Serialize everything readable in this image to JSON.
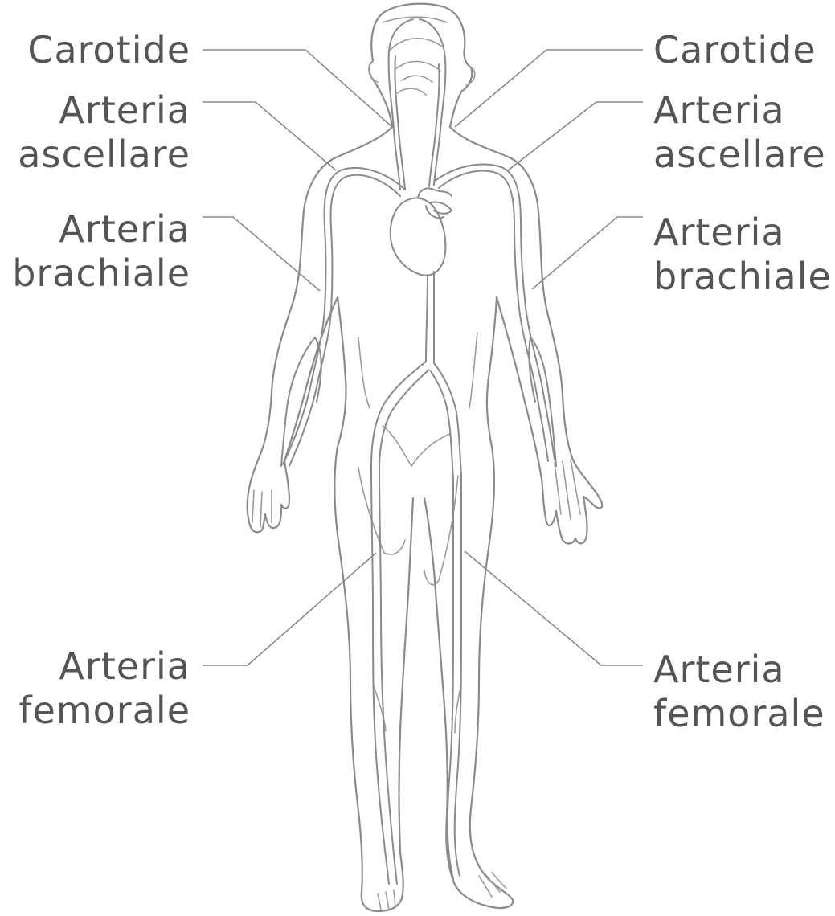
{
  "labels": {
    "left": {
      "carotide": "Carotide",
      "ascellare": [
        "Arteria",
        "ascellare"
      ],
      "brachiale": [
        "Arteria",
        "brachiale"
      ],
      "femorale": [
        "Arteria",
        "femorale"
      ]
    },
    "right": {
      "carotide": "Carotide",
      "ascellare": [
        "Arteria",
        "ascellare"
      ],
      "brachiale": [
        "Arteria",
        "brachiale"
      ],
      "femorale": [
        "Arteria",
        "femorale"
      ]
    }
  },
  "colors": {
    "line": "#8a8a8a",
    "text": "#555555",
    "background": "#ffffff"
  }
}
